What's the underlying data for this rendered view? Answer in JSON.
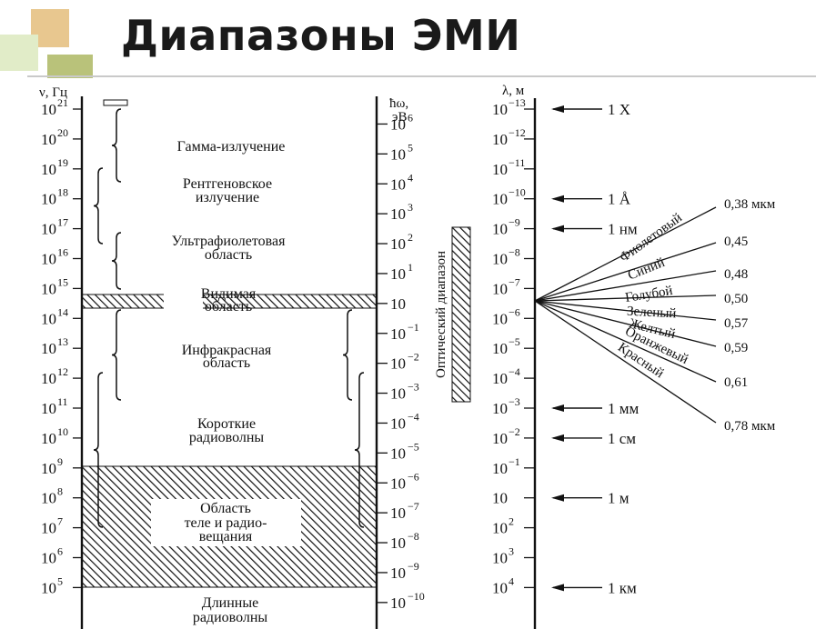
{
  "slide": {
    "title": "Диапазоны ЭМИ"
  },
  "axes": {
    "frequency": {
      "unit_label": "ν, Гц",
      "ticks": [
        {
          "base": "10",
          "exp": "21"
        },
        {
          "base": "10",
          "exp": "20"
        },
        {
          "base": "10",
          "exp": "19"
        },
        {
          "base": "10",
          "exp": "18"
        },
        {
          "base": "10",
          "exp": "17"
        },
        {
          "base": "10",
          "exp": "16"
        },
        {
          "base": "10",
          "exp": "15"
        },
        {
          "base": "10",
          "exp": "14"
        },
        {
          "base": "10",
          "exp": "13"
        },
        {
          "base": "10",
          "exp": "12"
        },
        {
          "base": "10",
          "exp": "11"
        },
        {
          "base": "10",
          "exp": "10"
        },
        {
          "base": "10",
          "exp": "9"
        },
        {
          "base": "10",
          "exp": "8"
        },
        {
          "base": "10",
          "exp": "7"
        },
        {
          "base": "10",
          "exp": "6"
        },
        {
          "base": "10",
          "exp": "5"
        }
      ]
    },
    "energy": {
      "unit_label_line1": "ħω,",
      "unit_label_line2": "эВ",
      "ticks": [
        {
          "base": "10",
          "exp": "6"
        },
        {
          "base": "10",
          "exp": "5"
        },
        {
          "base": "10",
          "exp": "4"
        },
        {
          "base": "10",
          "exp": "3"
        },
        {
          "base": "10",
          "exp": "2"
        },
        {
          "base": "10",
          "exp": "1"
        },
        {
          "base": "10",
          "exp": ""
        },
        {
          "base": "10",
          "exp": "−1"
        },
        {
          "base": "10",
          "exp": "−2"
        },
        {
          "base": "10",
          "exp": "−3"
        },
        {
          "base": "10",
          "exp": "−4"
        },
        {
          "base": "10",
          "exp": "−5"
        },
        {
          "base": "10",
          "exp": "−6"
        },
        {
          "base": "10",
          "exp": "−7"
        },
        {
          "base": "10",
          "exp": "−8"
        },
        {
          "base": "10",
          "exp": "−9"
        },
        {
          "base": "10",
          "exp": "−10"
        }
      ]
    },
    "wavelength": {
      "unit_label": "λ, м",
      "ticks": [
        {
          "base": "10",
          "exp": "−13"
        },
        {
          "base": "10",
          "exp": "−12"
        },
        {
          "base": "10",
          "exp": "−11"
        },
        {
          "base": "10",
          "exp": "−10"
        },
        {
          "base": "10",
          "exp": "−9"
        },
        {
          "base": "10",
          "exp": "−8"
        },
        {
          "base": "10",
          "exp": "−7"
        },
        {
          "base": "10",
          "exp": "−6"
        },
        {
          "base": "10",
          "exp": "−5"
        },
        {
          "base": "10",
          "exp": "−4"
        },
        {
          "base": "10",
          "exp": "−3"
        },
        {
          "base": "10",
          "exp": "−2"
        },
        {
          "base": "10",
          "exp": "−1"
        },
        {
          "base": "10",
          "exp": ""
        },
        {
          "base": "10",
          "exp": "2"
        },
        {
          "base": "10",
          "exp": "3"
        },
        {
          "base": "10",
          "exp": "4"
        }
      ]
    }
  },
  "regions": {
    "gamma": [
      "Гамма-излучение"
    ],
    "xray": [
      "Рентгеновское",
      "излучение"
    ],
    "uv": [
      "Ультрафиолетовая",
      "область"
    ],
    "visible": [
      "Видимая",
      "область"
    ],
    "ir": [
      "Инфракрасная",
      "область"
    ],
    "short_radio": [
      "Короткие",
      "радиоволны"
    ],
    "broadcast": [
      "Область",
      "теле и радио-",
      "вещания"
    ],
    "long_radio": [
      "Длинные",
      "радиоволны"
    ]
  },
  "optical_range_label": "Оптический диапазон",
  "wavelength_markers": [
    {
      "label": "1 X",
      "decade": 0
    },
    {
      "label": "1 Å",
      "decade": 3
    },
    {
      "label": "1 нм",
      "decade": 4
    },
    {
      "label": "1 мм",
      "decade": 10
    },
    {
      "label": "1 см",
      "decade": 11
    },
    {
      "label": "1 м",
      "decade": 13
    },
    {
      "label": "1 км",
      "decade": 16
    }
  ],
  "colors": [
    "Фиолетовый",
    "Синий",
    "Голубой",
    "Зеленый",
    "Желтый",
    "Оранжевый",
    "Красный"
  ],
  "color_boundaries": [
    "0,38 мкм",
    "0,45",
    "0,48",
    "0,50",
    "0,57",
    "0,59",
    "0,61",
    "0,78 мкм"
  ]
}
